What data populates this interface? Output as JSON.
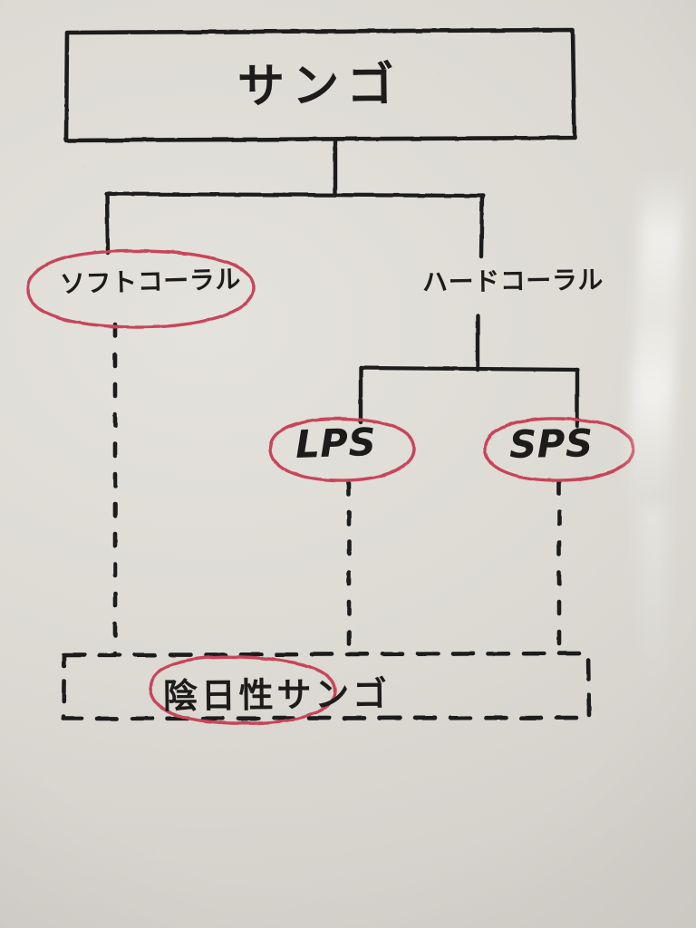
{
  "diagram": {
    "medium": "handwritten whiteboard photo",
    "title_node": {
      "text": "サンゴ",
      "shape": "solid-rectangle",
      "ink": "#1d1c1a"
    },
    "level2": [
      {
        "id": "soft-coral",
        "text": "ソフトコーラル",
        "highlight": "red-ellipse",
        "highlight_color": "#c8455a"
      },
      {
        "id": "hard-coral",
        "text": "ハードコーラル",
        "highlight": "none",
        "highlight_color": ""
      }
    ],
    "level3": [
      {
        "id": "lps",
        "text": "LPS",
        "highlight": "red-ellipse",
        "highlight_color": "#c8455a"
      },
      {
        "id": "sps",
        "text": "SPS",
        "highlight": "red-ellipse",
        "highlight_color": "#c8455a"
      }
    ],
    "bottom_node": {
      "text": "陰日性サンゴ",
      "circled_part": "陰日性",
      "shape": "dashed-rectangle",
      "highlight": "red-ellipse",
      "highlight_color": "#c8455a"
    },
    "connectors": {
      "solid": [
        "title-to-split",
        "split-to-soft-coral",
        "split-to-hard-coral",
        "hard-coral-to-split2",
        "split2-to-lps",
        "split2-to-sps"
      ],
      "dashed": [
        "soft-coral-to-bottom",
        "lps-to-bottom",
        "sps-to-bottom"
      ]
    },
    "colors": {
      "board": "#dedcd6",
      "ink_black": "#1d1c1a",
      "ink_red": "#c8455a"
    }
  }
}
